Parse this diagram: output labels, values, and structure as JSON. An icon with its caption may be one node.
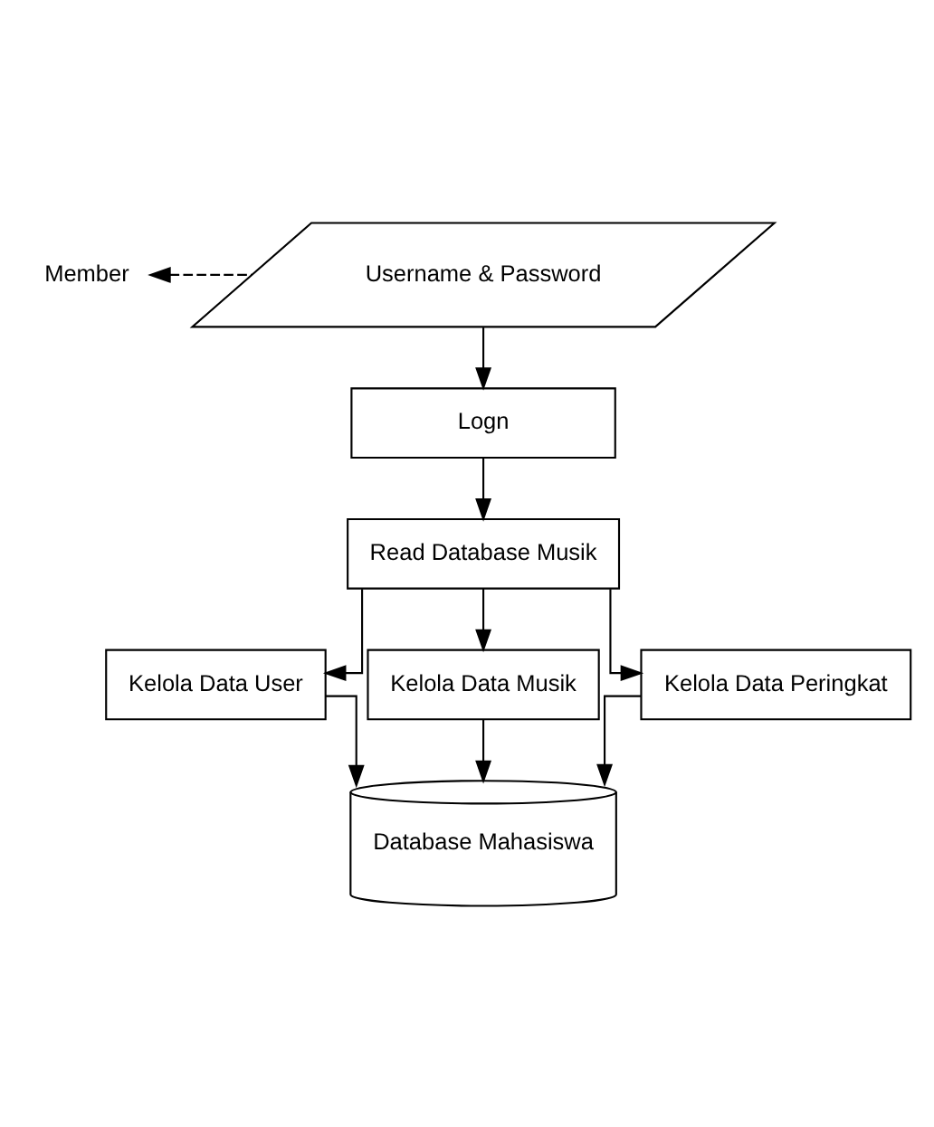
{
  "diagram": {
    "nodes": [
      {
        "text": [
          "Member"
        ]
      },
      {
        "text": [
          "Username & Password"
        ]
      },
      {
        "text": [
          "Logn"
        ]
      },
      {
        "text": [
          "Read Database Musik"
        ]
      },
      {
        "text": [
          "Kelola Data User"
        ]
      },
      {
        "text": [
          "Kelola Data Musik"
        ]
      },
      {
        "text": [
          "Kelola Data Peringkat"
        ]
      },
      {
        "text": [
          "Database Mahasiswa"
        ]
      }
    ],
    "edges": [
      {
        "from": 1,
        "to": 0,
        "arrow": "to",
        "style": "dashed"
      },
      {
        "from": 1,
        "to": 2,
        "arrow": "to"
      },
      {
        "from": 2,
        "to": 3,
        "arrow": "to"
      },
      {
        "from": 3,
        "to": 4,
        "arrow": "to"
      },
      {
        "from": 3,
        "to": 5,
        "arrow": "to"
      },
      {
        "from": 3,
        "to": 6,
        "arrow": "to"
      },
      {
        "from": 4,
        "to": 7,
        "arrow": "to"
      },
      {
        "from": 5,
        "to": 7,
        "arrow": "to"
      },
      {
        "from": 6,
        "to": 7,
        "arrow": "to"
      }
    ]
  }
}
